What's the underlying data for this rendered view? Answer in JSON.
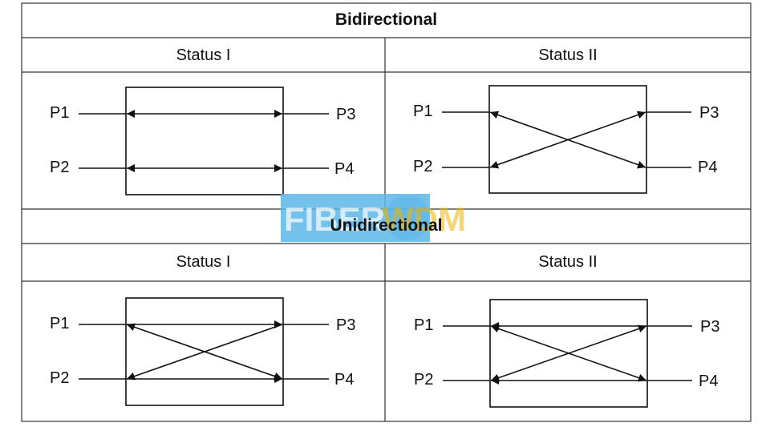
{
  "sections": [
    {
      "title": "Bidirectional",
      "panels": [
        {
          "status": "Status I",
          "ports": {
            "p1": "P1",
            "p2": "P2",
            "p3": "P3",
            "p4": "P4"
          },
          "connections": [
            "P1<->P3",
            "P2<->P4"
          ]
        },
        {
          "status": "Status II",
          "ports": {
            "p1": "P1",
            "p2": "P2",
            "p3": "P3",
            "p4": "P4"
          },
          "connections": [
            "P1<->P4",
            "P2<->P3"
          ]
        }
      ]
    },
    {
      "title": "Unidirectional",
      "panels": [
        {
          "status": "Status I",
          "ports": {
            "p1": "P1",
            "p2": "P2",
            "p3": "P3",
            "p4": "P4"
          },
          "connections": [
            "P1->P3",
            "P1->P4",
            "P2->P4",
            "P3->P2"
          ]
        },
        {
          "status": "Status II",
          "ports": {
            "p1": "P1",
            "p2": "P2",
            "p3": "P3",
            "p4": "P4"
          },
          "connections": [
            "P3->P1",
            "P1->P4",
            "P4->P2",
            "P2->P3"
          ]
        }
      ]
    }
  ],
  "watermark": {
    "part1": "FIBER",
    "part2": "WDM",
    "color1": "#5cb6e8",
    "color2": "#f5b400"
  },
  "line_color": "#111111"
}
